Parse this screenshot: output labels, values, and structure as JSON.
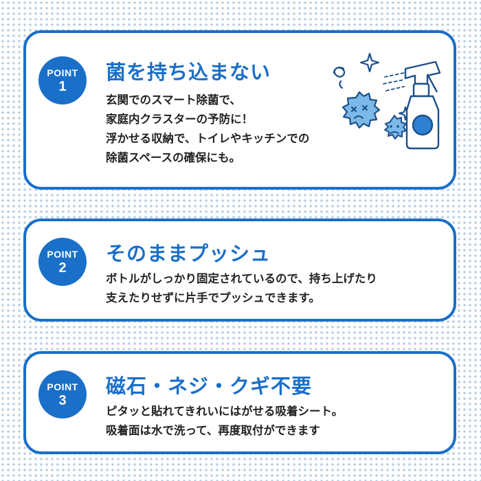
{
  "points": [
    {
      "badge_word": "POINT",
      "badge_num": "1",
      "title": "菌を持ち込まない",
      "lines": [
        "玄関でのスマート除菌で、",
        "家庭内クラスターの予防に！",
        "浮かせる収納で、トイレやキッチンでの",
        "除菌スペースの確保にも。"
      ]
    },
    {
      "badge_word": "POINT",
      "badge_num": "2",
      "title": "そのままプッシュ",
      "lines": [
        "ボトルがしっかり固定されているので、持ち上げたり",
        "支えたりせずに片手でプッシュできます。"
      ]
    },
    {
      "badge_word": "POINT",
      "badge_num": "3",
      "title": "磁石・ネジ・クギ不要",
      "lines": [
        "ピタッと貼れてきれいにはがせる吸着シート。",
        "吸着面は水で洗って、再度取付ができます"
      ]
    }
  ],
  "colors": {
    "accent": "#1a6fc8",
    "germ": "#7cb8e8",
    "text": "#222222"
  },
  "illustration_icons": [
    "spray-bottle-icon",
    "germ-icon",
    "sparkle-icon",
    "swirl-icon"
  ]
}
